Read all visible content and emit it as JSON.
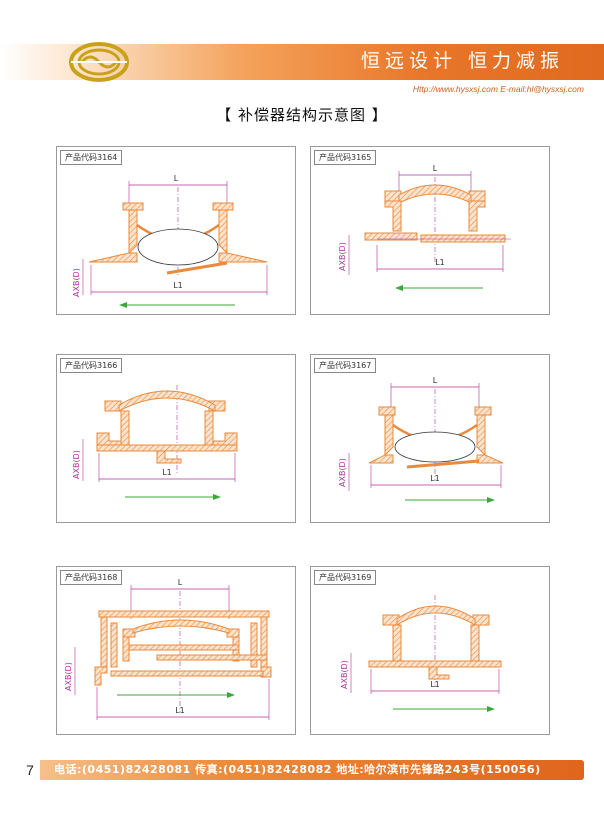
{
  "header": {
    "slogan": "恒远设计  恒力减振",
    "contact": "Http://www.hysxsj.com  E-mail:hl@hysxsj.com"
  },
  "title": "【 补偿器结构示意图 】",
  "colors": {
    "accent": "#e8772a",
    "pipe": "#e98a3c",
    "dimension_magenta": "#b0339a",
    "arrow_green": "#3aa83a",
    "logo": "#c9a21a"
  },
  "labels": {
    "length": "L",
    "total_length": "L1",
    "diameter": "AXB(D)"
  },
  "panels": [
    {
      "code": "产品代码3164"
    },
    {
      "code": "产品代码3165"
    },
    {
      "code": "产品代码3166"
    },
    {
      "code": "产品代码3167"
    },
    {
      "code": "产品代码3168"
    },
    {
      "code": "产品代码3169"
    }
  ],
  "footer": {
    "page_number": "7",
    "text": "电话:(0451)82428081  传真:(0451)82428082  地址:哈尔滨市先锋路243号(150056)"
  }
}
